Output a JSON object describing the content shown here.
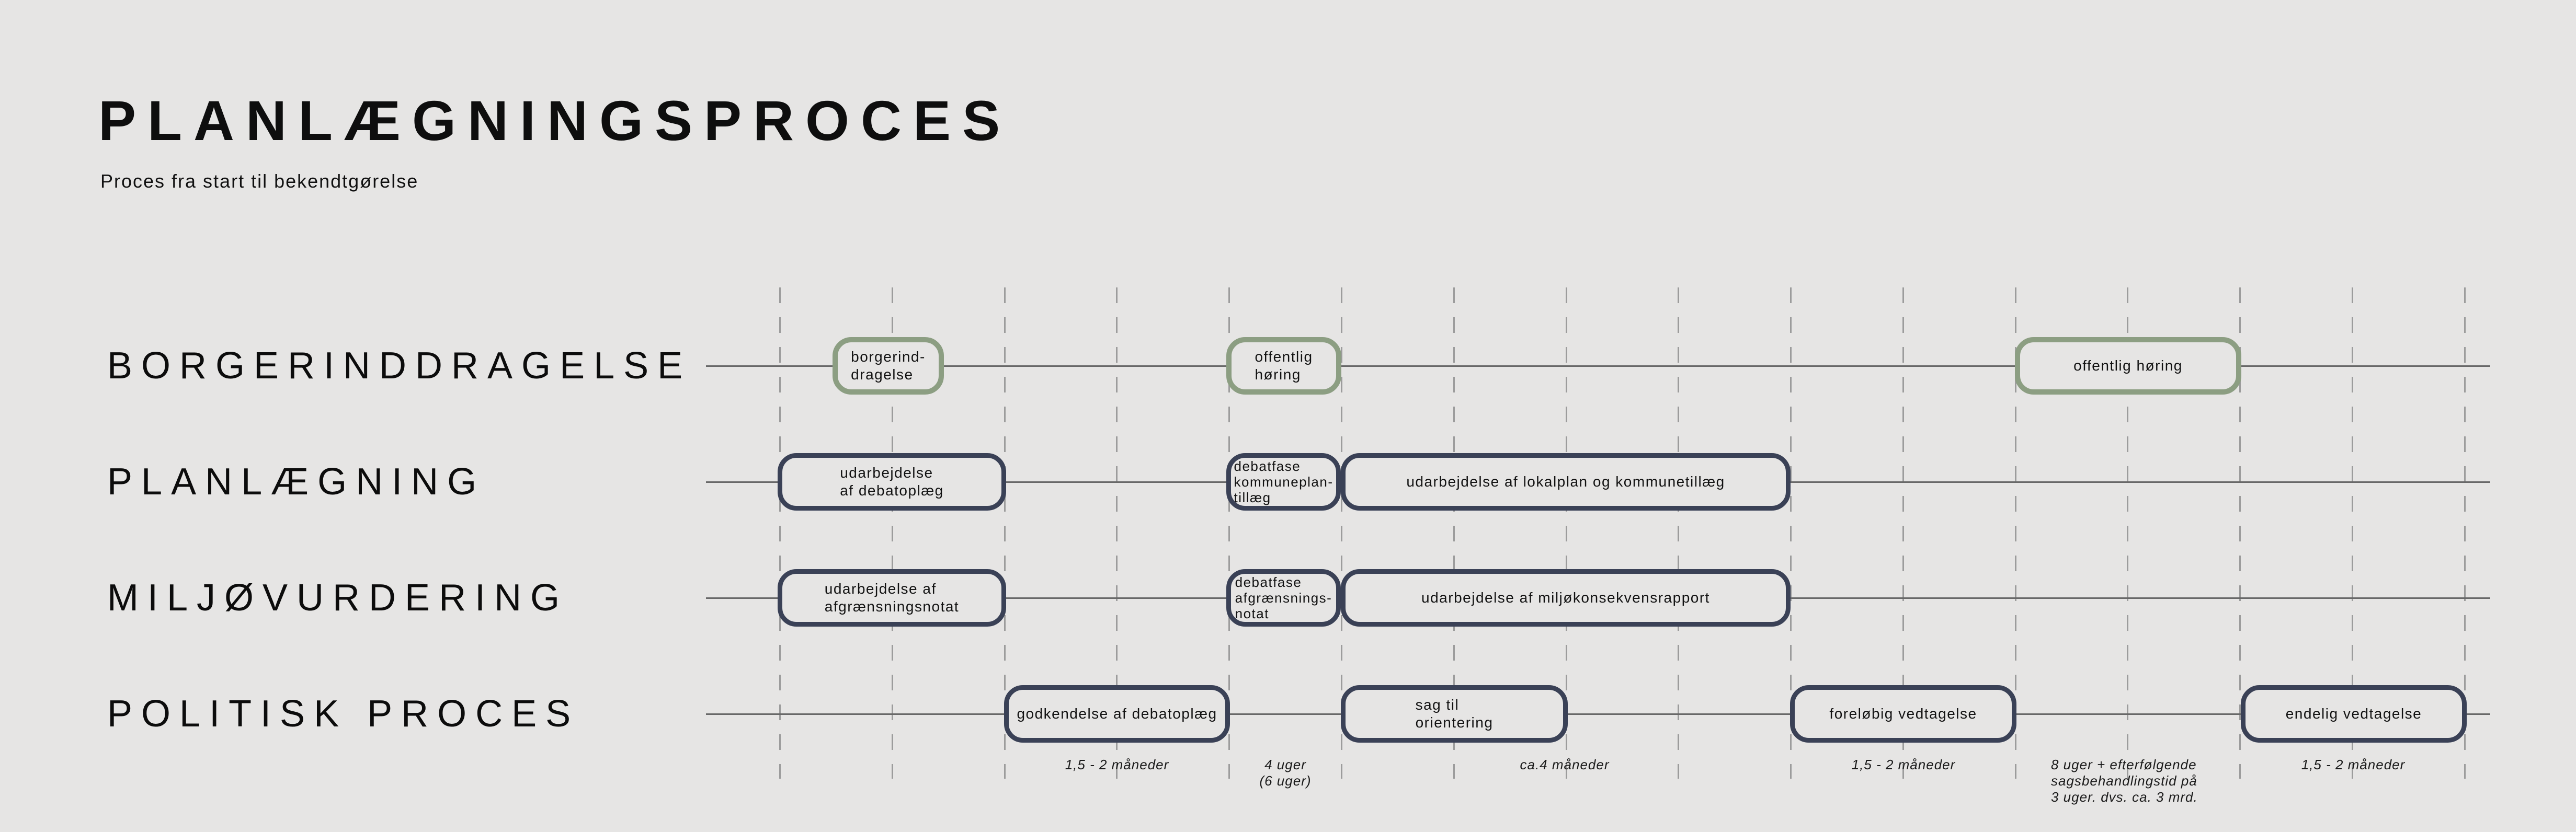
{
  "header": {
    "title": "PLANLÆGNINGSPROCES",
    "subtitle": "Proces fra start til bekendtgørelse"
  },
  "colors": {
    "background": "#e6e5e4",
    "navy_border": "#3a4156",
    "green_border": "#8c9e82",
    "rail_line": "#686868",
    "gridline": "#9c9c9c",
    "text": "#121212"
  },
  "lanes": [
    {
      "label": "BORGERINDDRAGELSE"
    },
    {
      "label": "PLANLÆGNING"
    },
    {
      "label": "MILJØVURDERING"
    },
    {
      "label": "POLITISK PROCES"
    }
  ],
  "boxes": [
    {
      "lane": "BORGERINDDRAGELSE",
      "style": "green",
      "text": "borgerind-\ndragelse"
    },
    {
      "lane": "BORGERINDDRAGELSE",
      "style": "green",
      "text": "offentlig\nhøring"
    },
    {
      "lane": "BORGERINDDRAGELSE",
      "style": "green",
      "text": "offentlig høring"
    },
    {
      "lane": "PLANLÆGNING",
      "style": "navy",
      "text": "udarbejdelse\naf debatoplæg"
    },
    {
      "lane": "PLANLÆGNING",
      "style": "navy",
      "text": "debatfase\nkommuneplan-\ntillæg"
    },
    {
      "lane": "PLANLÆGNING",
      "style": "navy",
      "text": "udarbejdelse af lokalplan og kommunetillæg"
    },
    {
      "lane": "MILJØVURDERING",
      "style": "navy",
      "text": "udarbejdelse af\nafgrænsningsnotat"
    },
    {
      "lane": "MILJØVURDERING",
      "style": "navy",
      "text": "debatfase\nafgrænsnings-\nnotat"
    },
    {
      "lane": "MILJØVURDERING",
      "style": "navy",
      "text": "udarbejdelse af miljøkonsekvensrapport"
    },
    {
      "lane": "POLITISK PROCES",
      "style": "navy",
      "text": "godkendelse af debatoplæg"
    },
    {
      "lane": "POLITISK PROCES",
      "style": "navy",
      "text": "sag til\norientering"
    },
    {
      "lane": "POLITISK PROCES",
      "style": "navy",
      "text": "foreløbig vedtagelse"
    },
    {
      "lane": "POLITISK PROCES",
      "style": "navy",
      "text": "endelig vedtagelse"
    }
  ],
  "durations": [
    {
      "text": "1,5 - 2 måneder"
    },
    {
      "text": "4 uger\n(6 uger)"
    },
    {
      "text": "ca.4 måneder"
    },
    {
      "text": "1,5 - 2 måneder"
    },
    {
      "text": "8 uger + efterfølgende\nsagsbehandlingstid på\n3 uger. dvs. ca. 3 mrd."
    },
    {
      "text": "1,5 - 2 måneder"
    }
  ]
}
